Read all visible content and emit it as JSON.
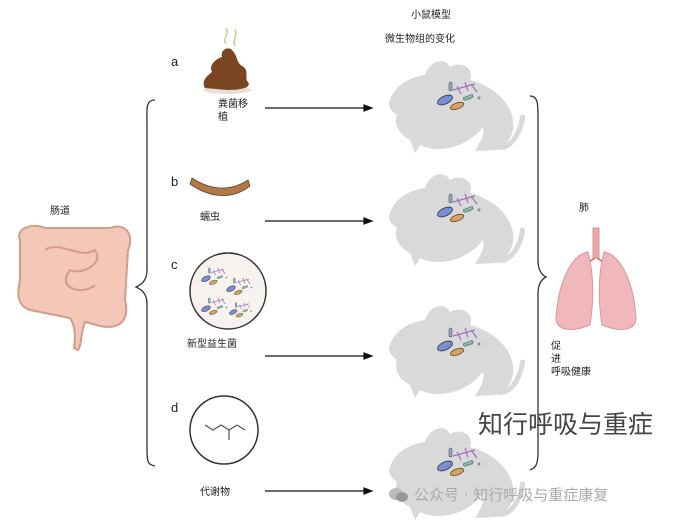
{
  "header": {
    "model": "小鼠模型",
    "change": "微生物组的变化"
  },
  "gut": {
    "label": "肠道"
  },
  "lung": {
    "label": "肺",
    "effect_lines": [
      "促",
      "进",
      "呼吸健康"
    ]
  },
  "items": [
    {
      "letter": "a",
      "label_lines": [
        "粪菌移",
        "植"
      ],
      "icon": "feces-icon"
    },
    {
      "letter": "b",
      "label_lines": [
        "蠕虫"
      ],
      "icon": "worm-icon"
    },
    {
      "letter": "c",
      "label_lines": [
        "新型益生菌"
      ],
      "icon": "probiotic-microbes-icon"
    },
    {
      "letter": "d",
      "label_lines": [
        "代谢物"
      ],
      "icon": "metabolite-molecule-icon"
    }
  ],
  "watermark": {
    "main": "知行呼吸与重症",
    "account": "公众号 · 知行呼吸与重症康复"
  },
  "colors": {
    "mouse": "#d9d9d9",
    "feces": "#7a4520",
    "worm": "#b07a48",
    "lung": "#f0b7bd",
    "gut": "#f3c8b8"
  }
}
